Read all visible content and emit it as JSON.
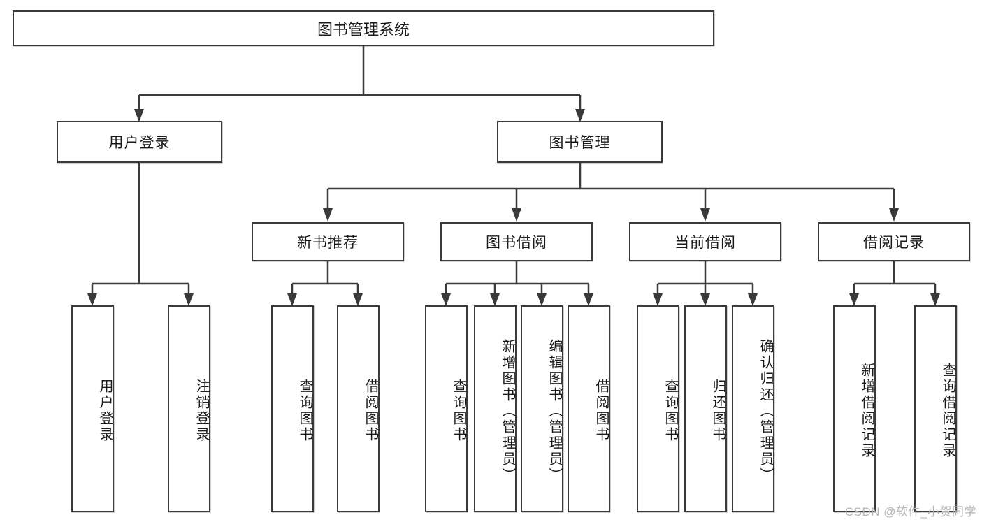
{
  "diagram": {
    "title": "图书管理系统",
    "type": "tree-hierarchy-chart",
    "root": {
      "label": "图书管理系统"
    },
    "level2": [
      {
        "label": "用户登录"
      },
      {
        "label": "图书管理"
      }
    ],
    "level3": [
      {
        "label": "新书推荐"
      },
      {
        "label": "图书借阅"
      },
      {
        "label": "当前借阅"
      },
      {
        "label": "借阅记录"
      }
    ],
    "leaves": {
      "user_login": [
        {
          "label": "用户登录"
        },
        {
          "label": "注销登录"
        }
      ],
      "new_book_recommend": [
        {
          "label": "查询图书"
        },
        {
          "label": "借阅图书"
        }
      ],
      "book_borrow": [
        {
          "label": "查询图书"
        },
        {
          "label": "新增图书（管理员）"
        },
        {
          "label": "编辑图书（管理员）"
        },
        {
          "label": "借阅图书"
        }
      ],
      "current_borrow": [
        {
          "label": "查询图书"
        },
        {
          "label": "归还图书"
        },
        {
          "label": "确认归还（管理员）"
        }
      ],
      "borrow_record": [
        {
          "label": "新增借阅记录"
        },
        {
          "label": "查询借阅记录"
        }
      ]
    }
  },
  "watermark": {
    "text": "CSDN @软件_小贺同学"
  },
  "colors": {
    "stroke": "#3a3a3a",
    "fill": "#ffffff",
    "text": "#1a1a1a",
    "watermark": "#b4b4b4"
  }
}
